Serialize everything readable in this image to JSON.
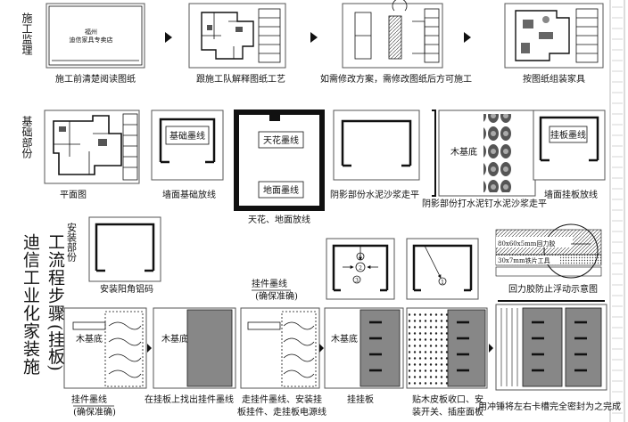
{
  "row_labels": {
    "supervision": "施工监理",
    "base": "基础部份",
    "process_left": "迪信工业化家装施",
    "process_mid": "工流程步骤",
    "process_paren": "(挂板)",
    "install_part": "安装部份"
  },
  "row1": {
    "plan_title_line1": "福州",
    "plan_title_line2": "迪信家具专卖店",
    "captions": [
      "施工前清楚阅读图纸",
      "跟施工队解释图纸工艺",
      "如需修改方案，需修改图纸后方可施工",
      "按图纸组装家具"
    ]
  },
  "row2": {
    "labels": {
      "base_line": "基础墨线",
      "ceiling_line": "天花墨线",
      "floor_line": "地面墨线",
      "wood_base": "木基底",
      "panel_line": "挂板墨线"
    },
    "captions": [
      "平面图",
      "墙面基础放线",
      "天花、地面放线",
      "阴影部份水泥沙浆走平",
      "阴影部份打水泥钉水泥沙浆走平",
      "墙面挂板放线"
    ]
  },
  "row3": {
    "captions": {
      "corner_aluminum": "安装阳角铝码",
      "glue_note": "回力胶防止浮动示意图",
      "spec1": "80x60x5mm回力胶",
      "spec2": "30x7mm铁片工具",
      "hang_line": "挂件墨线",
      "hang_line_sub": "(确保准确)"
    },
    "markers": [
      "1",
      "2",
      "3",
      "1"
    ]
  },
  "row4": {
    "labels": {
      "wood_base": "木基底",
      "hang_line": "挂件墨线",
      "hang_line_sub": "(确保准确)"
    },
    "captions": [
      "在挂板上找出挂件墨线",
      "走挂件墨线、安装挂",
      "板挂件、走挂板电源线",
      "挂挂板",
      "贴木皮板收口、安",
      "装开关、插座面板",
      "用冲锤将左右卡槽完全密封为之完成"
    ]
  }
}
